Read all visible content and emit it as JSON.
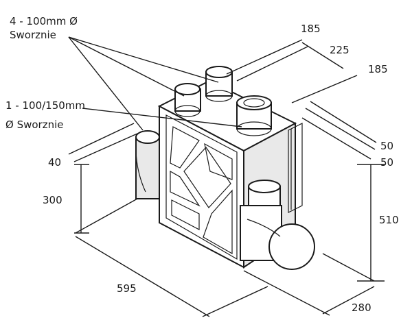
{
  "labels": {
    "spigots_4_line1": "4 - 100mm Ø",
    "spigots_4_line2": "Sworznie",
    "spigot_1_line1": "1 - 100/150mm",
    "spigot_1_line2": "Ø Sworznie"
  },
  "dimensions": {
    "d185_top": "185",
    "d225": "225",
    "d185_right": "185",
    "d40": "40",
    "d300": "300",
    "d50_a": "50",
    "d50_b": "50",
    "d510": "510",
    "d595": "595",
    "d280": "280"
  },
  "colors": {
    "stroke": "#1a1a1a",
    "fill": "#ffffff",
    "shade": "#e9e9e9"
  }
}
